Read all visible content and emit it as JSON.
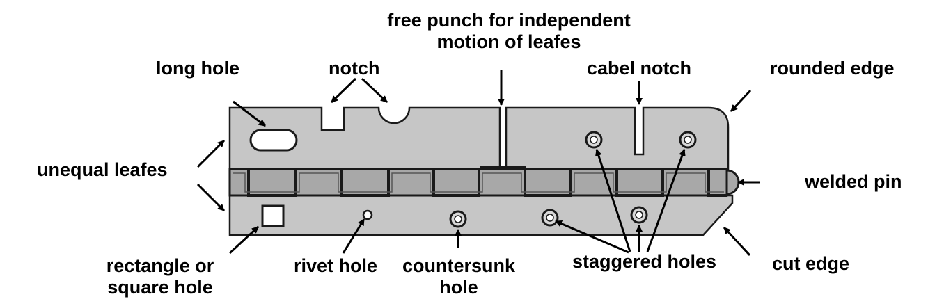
{
  "colors": {
    "leaf_fill": "#c6c6c6",
    "knuckle_fill": "#a8a8a8",
    "outline": "#1a1a1a",
    "background": "#ffffff"
  },
  "labels": {
    "free_punch_line1": "free punch for independent",
    "free_punch_line2": "motion of leafes",
    "long_hole": "long hole",
    "notch": "notch",
    "cabel_notch": "cabel notch",
    "rounded_edge": "rounded edge",
    "unequal_leafes": "unequal leafes",
    "welded_pin": "welded pin",
    "rectangle_line1": "rectangle or",
    "rectangle_line2": "square hole",
    "rivet_hole": "rivet hole",
    "countersunk_line1": "countersunk",
    "countersunk_line2": "hole",
    "staggered_holes": "staggered holes",
    "cut_edge": "cut edge"
  }
}
